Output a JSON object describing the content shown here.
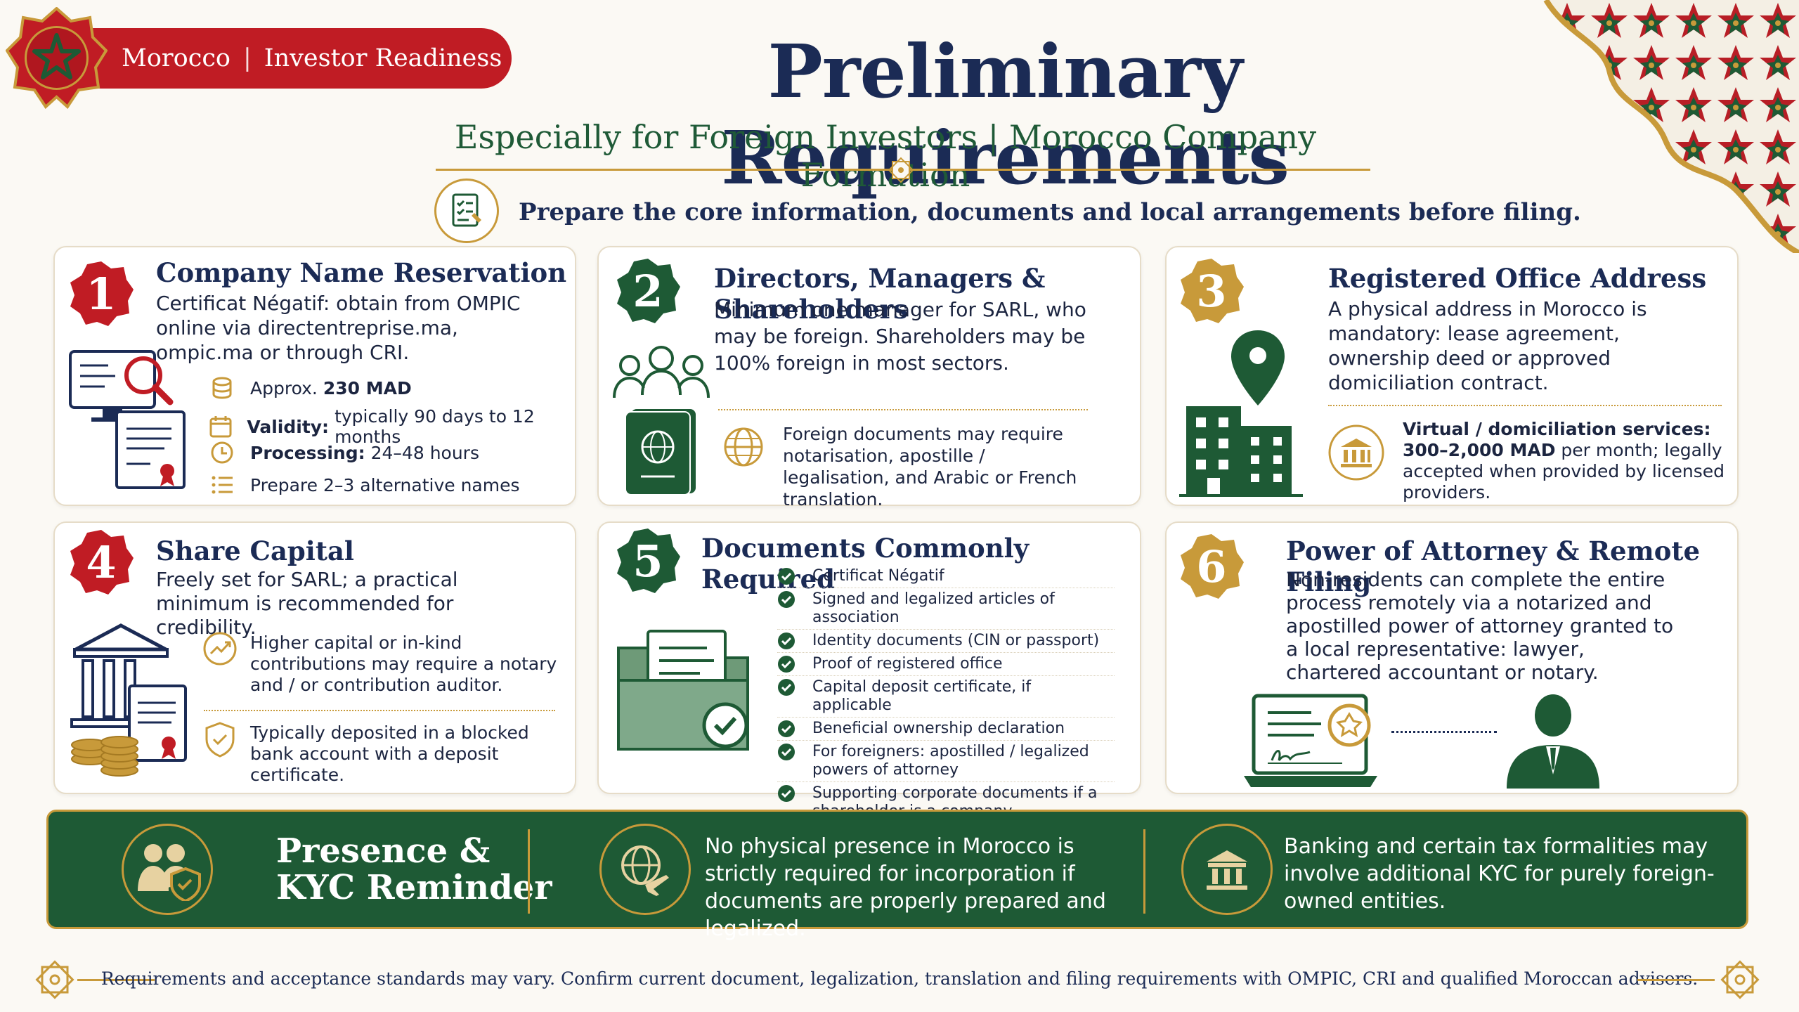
{
  "header": {
    "badge_country": "Morocco",
    "badge_separator": "|",
    "badge_topic": "Investor Readiness",
    "title": "Preliminary Requirements",
    "subtitle": "Especially for Foreign Investors | Morocco Company Formation",
    "intro": "Prepare the core information, documents and local arrangements before filing."
  },
  "colors": {
    "red": "#c01c24",
    "green": "#1e5a35",
    "gold": "#c89a3a",
    "navy": "#1b2b55"
  },
  "cards": [
    {
      "number": "1",
      "title": "Company Name Reservation",
      "body": "Certificat Négatif: obtain from OMPIC online via directentreprise.ma, ompic.ma or through CRI.",
      "rows": [
        {
          "icon": "coins-icon",
          "label": "Approx.",
          "value": "230 MAD"
        },
        {
          "icon": "calendar-icon",
          "label": "Validity:",
          "value": "typically 90 days to 12 months"
        },
        {
          "icon": "clock-icon",
          "label": "Processing:",
          "value": "24–48 hours"
        },
        {
          "icon": "list-icon",
          "label": "",
          "value": "Prepare 2–3 alternative names"
        }
      ]
    },
    {
      "number": "2",
      "title": "Directors, Managers & Shareholders",
      "body": "Minimum one manager for SARL, who may be foreign. Shareholders may be 100% foreign in most sectors.",
      "note": "Foreign documents may require notarisation, apostille / legalisation, and Arabic or French translation."
    },
    {
      "number": "3",
      "title": "Registered Office Address",
      "body": "A physical address in Morocco is mandatory: lease agreement, ownership deed or approved domiciliation contract.",
      "note_label": "Virtual / domiciliation services:",
      "note_value": "300–2,000 MAD",
      "note_rest": "per month; legally accepted when provided by licensed providers."
    },
    {
      "number": "4",
      "title": "Share Capital",
      "body": "Freely set for SARL; a practical minimum is recommended for credibility.",
      "note1": "Higher capital or in-kind contributions may require a notary and / or contribution auditor.",
      "note2": "Typically deposited in a blocked bank account with a deposit certificate."
    },
    {
      "number": "5",
      "title": "Documents Commonly Required",
      "items": [
        "Certificat Négatif",
        "Signed and legalized articles of association",
        "Identity documents (CIN or passport)",
        "Proof of registered office",
        "Capital deposit certificate, if applicable",
        "Beneficial ownership declaration",
        "For foreigners: apostilled / legalized powers of attorney",
        "Supporting corporate documents if a shareholder is a company"
      ]
    },
    {
      "number": "6",
      "title": "Power of Attorney & Remote Filing",
      "body": "Non-residents can complete the entire process remotely via a notarized and apostilled power of attorney granted to a local representative: lawyer, chartered accountant or notary."
    }
  ],
  "banner": {
    "title_line1": "Presence &",
    "title_line2": "KYC Reminder",
    "text1": "No physical presence in Morocco is strictly required for incorporation if documents are properly prepared and legalized.",
    "text2": "Banking and certain tax formalities may involve additional KYC for purely foreign-owned entities."
  },
  "footer": "Requirements and acceptance standards may vary. Confirm current document, legalization, translation and filing requirements with OMPIC, CRI and qualified Moroccan advisers."
}
